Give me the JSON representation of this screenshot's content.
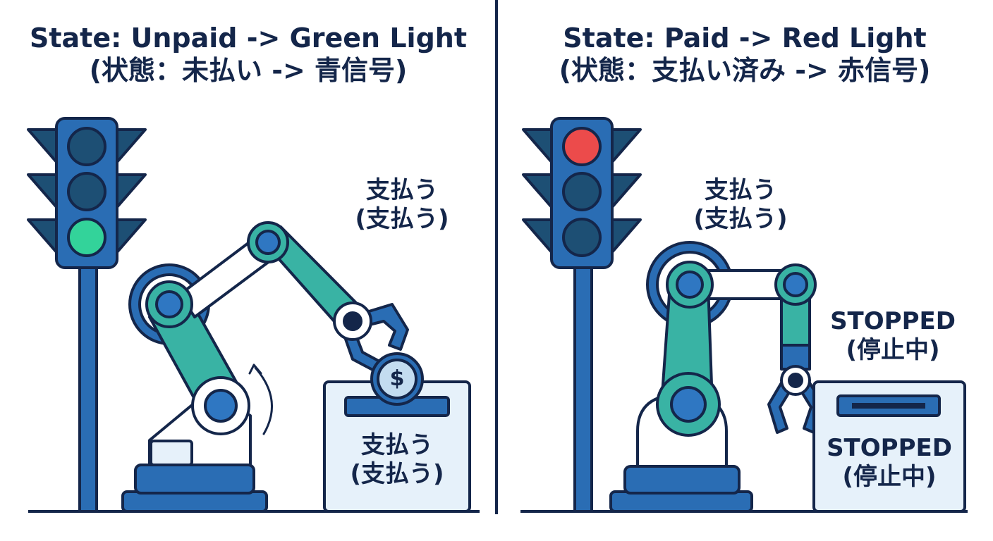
{
  "left_panel": {
    "title_en": "State: Unpaid -> Green Light",
    "title_ja": "(状態：未払い -> 青信号)",
    "label_top": "支払う",
    "label_top_sub": "(支払う)",
    "box_label": "支払う",
    "box_label_sub": "(支払う)",
    "active_light": "green",
    "coin_symbol": "$"
  },
  "right_panel": {
    "title_en": "State: Paid -> Red Light",
    "title_ja": "(状態：支払い済み -> 赤信号)",
    "label_top": "支払う",
    "label_top_sub": "(支払う)",
    "status_label": "STOPPED",
    "status_label_sub": "(停止中)",
    "box_label": "STOPPED",
    "box_label_sub": "(停止中)",
    "active_light": "red"
  },
  "colors": {
    "ink": "#14264a",
    "housing": "#2a6db4",
    "lamp_off": "#1d4f74",
    "lamp_green": "#33d39a",
    "lamp_red": "#ec4b4b",
    "arm_teal": "#39b3a4",
    "joint_blue": "#2f77c2",
    "box_fill": "#e6f1fa"
  }
}
